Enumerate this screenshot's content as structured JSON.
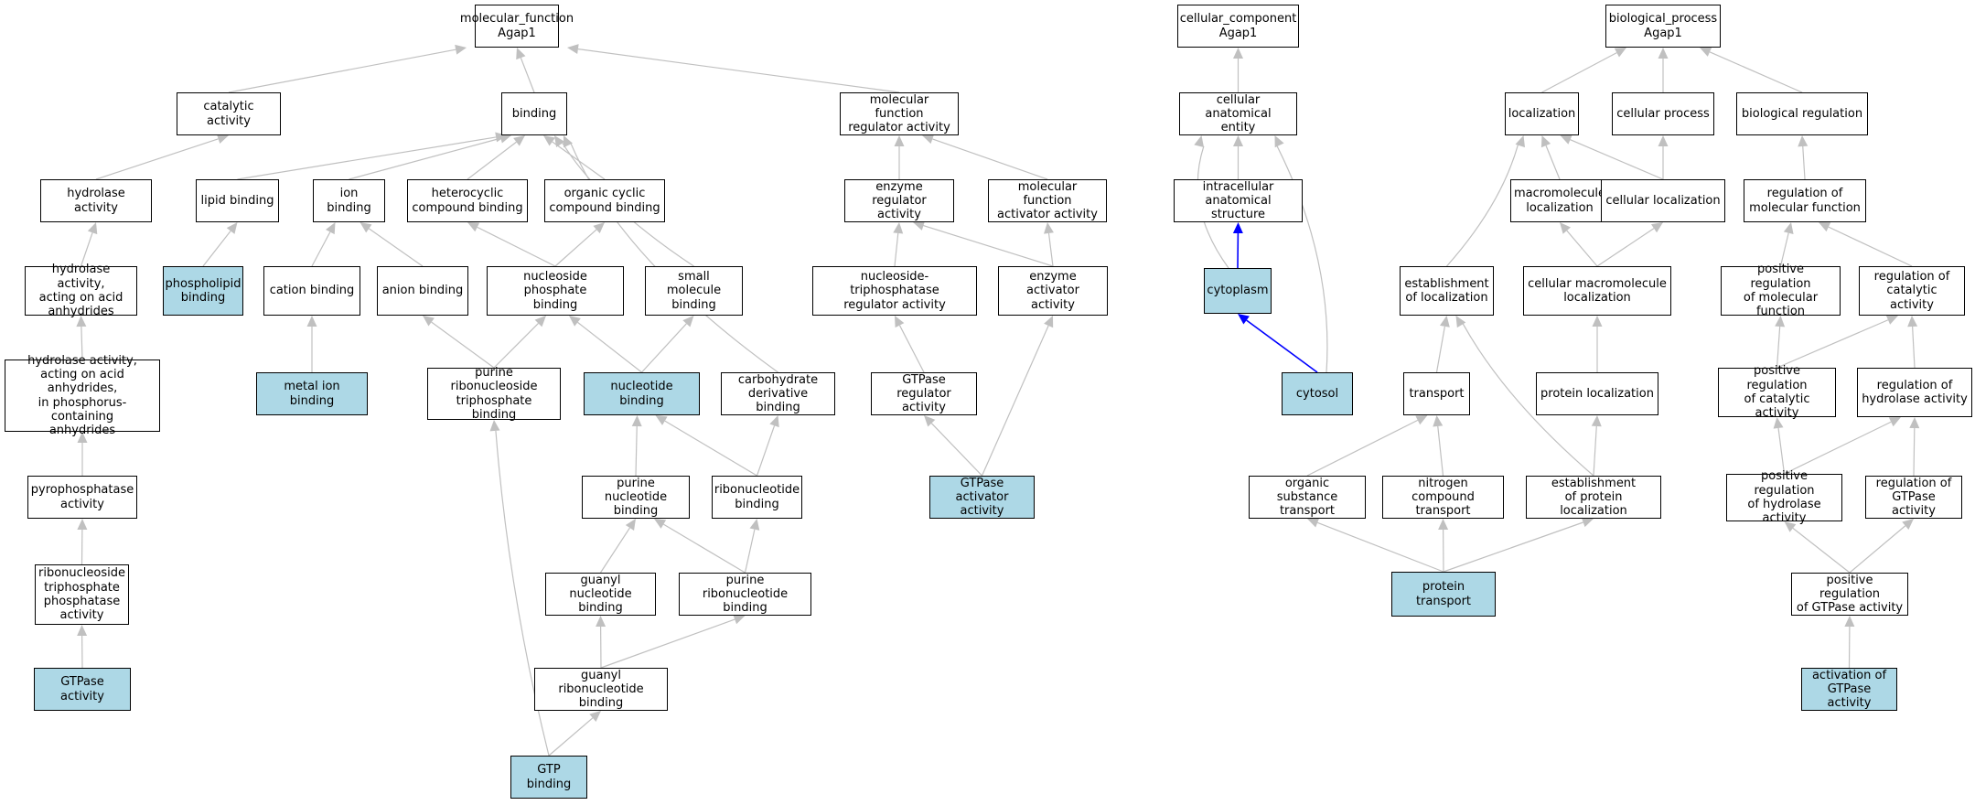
{
  "colors": {
    "highlight": "#add8e6",
    "edge": "#c0c0c0",
    "edge_highlight": "#0000ff",
    "border": "#000000"
  },
  "nodes": {
    "mf_root": {
      "text": "molecular_function\nAgap1",
      "highlight": false
    },
    "catalytic": {
      "text": "catalytic activity",
      "highlight": false
    },
    "binding": {
      "text": "binding",
      "highlight": false
    },
    "mf_reg": {
      "text": "molecular function\nregulator activity",
      "highlight": false
    },
    "hydrolase": {
      "text": "hydrolase activity",
      "highlight": false
    },
    "lipid_binding": {
      "text": "lipid binding",
      "highlight": false
    },
    "ion_binding": {
      "text": "ion binding",
      "highlight": false
    },
    "heterocyclic": {
      "text": "heterocyclic\ncompound binding",
      "highlight": false
    },
    "organic_cyclic": {
      "text": "organic cyclic\ncompound binding",
      "highlight": false
    },
    "enzyme_reg": {
      "text": "enzyme regulator\nactivity",
      "highlight": false
    },
    "mf_activator": {
      "text": "molecular function\nactivator activity",
      "highlight": false
    },
    "hydrolase_acid": {
      "text": "hydrolase activity,\nacting on acid\nanhydrides",
      "highlight": false
    },
    "phospholipid": {
      "text": "phospholipid\nbinding",
      "highlight": true
    },
    "cation_binding": {
      "text": "cation binding",
      "highlight": false
    },
    "anion_binding": {
      "text": "anion binding",
      "highlight": false
    },
    "nucleoside_phosphate": {
      "text": "nucleoside phosphate\nbinding",
      "highlight": false
    },
    "small_molecule": {
      "text": "small molecule\nbinding",
      "highlight": false
    },
    "ntpase_reg": {
      "text": "nucleoside-triphosphatase\nregulator activity",
      "highlight": false
    },
    "enzyme_activator": {
      "text": "enzyme activator\nactivity",
      "highlight": false
    },
    "hydrolase_phos": {
      "text": "hydrolase activity,\nacting on acid\nanhydrides,\nin phosphorus-containing\nanhydrides",
      "highlight": false
    },
    "metal_ion": {
      "text": "metal ion binding",
      "highlight": true
    },
    "purine_rnst": {
      "text": "purine ribonucleoside\ntriphosphate\nbinding",
      "highlight": false
    },
    "nucleotide_binding": {
      "text": "nucleotide binding",
      "highlight": true
    },
    "carbohydrate_deriv": {
      "text": "carbohydrate\nderivative binding",
      "highlight": false
    },
    "gtpase_reg": {
      "text": "GTPase regulator\nactivity",
      "highlight": false
    },
    "pyrophosphatase": {
      "text": "pyrophosphatase\nactivity",
      "highlight": false
    },
    "purine_nucleotide": {
      "text": "purine nucleotide\nbinding",
      "highlight": false
    },
    "ribonucleotide": {
      "text": "ribonucleotide\nbinding",
      "highlight": false
    },
    "gtpase_activator": {
      "text": "GTPase activator\nactivity",
      "highlight": true
    },
    "rnst_phosphatase": {
      "text": "ribonucleoside\ntriphosphate\nphosphatase\nactivity",
      "highlight": false
    },
    "guanyl_nucleotide": {
      "text": "guanyl nucleotide\nbinding",
      "highlight": false
    },
    "purine_ribonucleotide": {
      "text": "purine ribonucleotide\nbinding",
      "highlight": false
    },
    "gtpase_activity": {
      "text": "GTPase activity",
      "highlight": true
    },
    "guanyl_ribonucleotide": {
      "text": "guanyl ribonucleotide\nbinding",
      "highlight": false
    },
    "gtp_binding": {
      "text": "GTP binding",
      "highlight": true
    },
    "cc_root": {
      "text": "cellular_component\nAgap1",
      "highlight": false
    },
    "cell_anat": {
      "text": "cellular anatomical\nentity",
      "highlight": false
    },
    "intracellular": {
      "text": "intracellular\nanatomical structure",
      "highlight": false
    },
    "cytoplasm": {
      "text": "cytoplasm",
      "highlight": true
    },
    "cytosol": {
      "text": "cytosol",
      "highlight": true
    },
    "bp_root": {
      "text": "biological_process\nAgap1",
      "highlight": false
    },
    "localization": {
      "text": "localization",
      "highlight": false
    },
    "cellular_process": {
      "text": "cellular process",
      "highlight": false
    },
    "bio_reg": {
      "text": "biological regulation",
      "highlight": false
    },
    "macro_loc": {
      "text": "macromolecule\nlocalization",
      "highlight": false
    },
    "cell_loc": {
      "text": "cellular localization",
      "highlight": false
    },
    "reg_mf": {
      "text": "regulation of\nmolecular function",
      "highlight": false
    },
    "est_loc": {
      "text": "establishment\nof localization",
      "highlight": false
    },
    "cell_macro_loc": {
      "text": "cellular macromolecule\nlocalization",
      "highlight": false
    },
    "pos_reg_mf": {
      "text": "positive regulation\nof molecular\nfunction",
      "highlight": false
    },
    "reg_catalytic": {
      "text": "regulation of\ncatalytic activity",
      "highlight": false
    },
    "transport": {
      "text": "transport",
      "highlight": false
    },
    "protein_loc": {
      "text": "protein localization",
      "highlight": false
    },
    "pos_reg_cat": {
      "text": "positive regulation\nof catalytic\nactivity",
      "highlight": false
    },
    "reg_hydrolase": {
      "text": "regulation of\nhydrolase activity",
      "highlight": false
    },
    "organic_transport": {
      "text": "organic substance\ntransport",
      "highlight": false
    },
    "nitrogen_transport": {
      "text": "nitrogen compound\ntransport",
      "highlight": false
    },
    "est_protein_loc": {
      "text": "establishment\nof protein localization",
      "highlight": false
    },
    "pos_reg_hydro": {
      "text": "positive regulation\nof hydrolase\nactivity",
      "highlight": false
    },
    "reg_gtpase": {
      "text": "regulation of\nGTPase activity",
      "highlight": false
    },
    "protein_transport": {
      "text": "protein transport",
      "highlight": true
    },
    "pos_reg_gtpase": {
      "text": "positive regulation\nof GTPase activity",
      "highlight": false
    },
    "act_gtpase": {
      "text": "activation of\nGTPase activity",
      "highlight": true
    }
  }
}
